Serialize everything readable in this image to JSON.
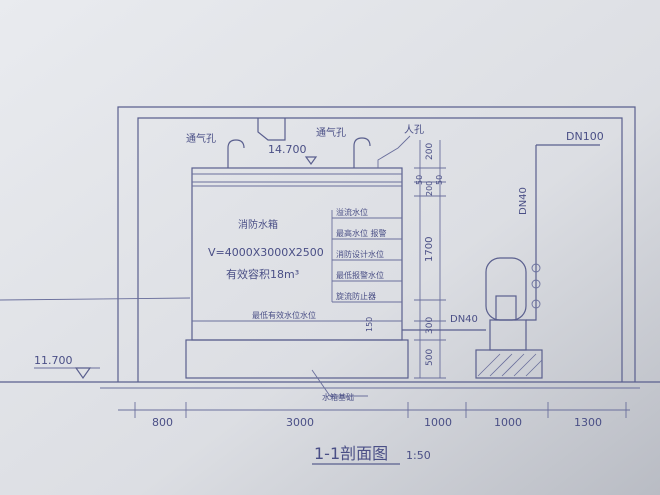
{
  "drawing": {
    "title": "1-1剖面图",
    "scale": "1:50",
    "elev_top": "14.700",
    "elev_ground": "11.700",
    "vent_left": "通气孔",
    "vent_right": "通气孔",
    "manhole": "人孔",
    "dn100": "DN100",
    "dn40_v": "DN40",
    "dn40_h": "DN40",
    "tank_name": "消防水箱",
    "tank_size": "V=4000X3000X2500",
    "tank_volume": "有效容积18m³",
    "lvl_overflow": "溢流水位",
    "lvl_high_alarm": "最高水位 报警",
    "lvl_design": "消防设计水位",
    "lvl_low_alarm": "最低报警水位",
    "lvl_vortex": "旋流防止器",
    "lvl_min_effective": "最低有效水位水位",
    "foundation": "水箱基础",
    "dims_v": [
      "200",
      "50",
      "200",
      "50",
      "1700",
      "150",
      "300",
      "500"
    ],
    "dims_h": [
      "800",
      "3000",
      "1000",
      "1000",
      "1300"
    ]
  }
}
